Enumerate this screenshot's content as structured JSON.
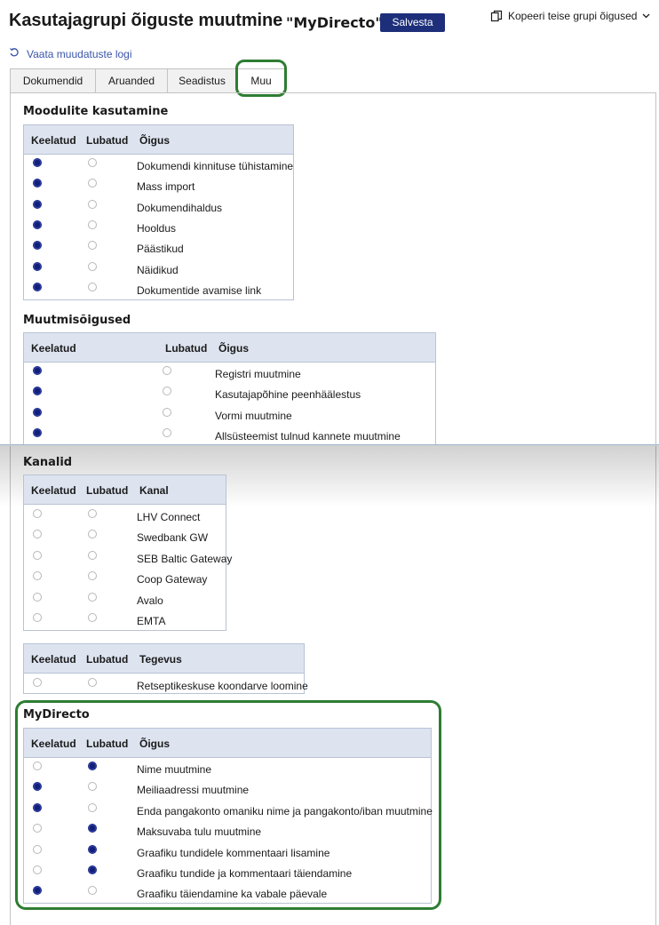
{
  "header": {
    "title": "Kasutajagrupi õiguste muutmine",
    "group_name": "\"MyDirecto\"",
    "save_label": "Salvesta",
    "copy_rights_label": "Kopeeri teise grupi õigused",
    "log_link": "Vaata muudatuste logi"
  },
  "tabs": [
    {
      "label": "Dokumendid",
      "active": false
    },
    {
      "label": "Aruanded",
      "active": false
    },
    {
      "label": "Seadistus",
      "active": false
    },
    {
      "label": "Muu",
      "active": true
    }
  ],
  "modules": {
    "title": "Moodulite kasutamine",
    "headers": [
      "Keelatud",
      "Lubatud",
      "Õigus"
    ],
    "rows": [
      {
        "label": "Dokumendi kinnituse tühistamine",
        "value": "keelatud"
      },
      {
        "label": "Mass import",
        "value": "keelatud"
      },
      {
        "label": "Dokumendihaldus",
        "value": "keelatud"
      },
      {
        "label": "Hooldus",
        "value": "keelatud"
      },
      {
        "label": "Päästikud",
        "value": "keelatud"
      },
      {
        "label": "Näidikud",
        "value": "keelatud"
      },
      {
        "label": "Dokumentide avamise link",
        "value": "keelatud"
      }
    ]
  },
  "edit_rights": {
    "title": "Muutmisõigused",
    "headers": [
      "Keelatud",
      "Lubatud",
      "Õigus"
    ],
    "rows": [
      {
        "label": "Registri muutmine",
        "value": "keelatud"
      },
      {
        "label": "Kasutajapõhine peenhäälestus",
        "value": "keelatud"
      },
      {
        "label": "Vormi muutmine",
        "value": "keelatud"
      },
      {
        "label": "Allsüsteemist tulnud kannete muutmine",
        "value": "keelatud"
      }
    ]
  },
  "channels": {
    "title": "Kanalid",
    "headers": [
      "Keelatud",
      "Lubatud",
      "Kanal"
    ],
    "rows": [
      {
        "label": "LHV Connect",
        "value": "none"
      },
      {
        "label": "Swedbank GW",
        "value": "none"
      },
      {
        "label": "SEB Baltic Gateway",
        "value": "none"
      },
      {
        "label": "Coop Gateway",
        "value": "none"
      },
      {
        "label": "Avalo",
        "value": "none"
      },
      {
        "label": "EMTA",
        "value": "none"
      }
    ]
  },
  "actions": {
    "headers": [
      "Keelatud",
      "Lubatud",
      "Tegevus"
    ],
    "rows": [
      {
        "label": "Retseptikeskuse koondarve loomine",
        "value": "none"
      }
    ]
  },
  "mydirecto": {
    "title": "MyDirecto",
    "headers": [
      "Keelatud",
      "Lubatud",
      "Õigus"
    ],
    "rows": [
      {
        "label": "Nime muutmine",
        "value": "lubatud"
      },
      {
        "label": "Meiliaadressi muutmine",
        "value": "keelatud"
      },
      {
        "label": "Enda pangakonto omaniku nime ja pangakonto/iban muutmine",
        "value": "keelatud"
      },
      {
        "label": "Maksuvaba tulu muutmine",
        "value": "lubatud"
      },
      {
        "label": "Graafiku tundidele kommentaari lisamine",
        "value": "lubatud"
      },
      {
        "label": "Graafiku tundide ja kommentaari täiendamine",
        "value": "lubatud"
      },
      {
        "label": "Graafiku täiendamine ka vabale päevale",
        "value": "keelatud"
      }
    ]
  },
  "colors": {
    "accent": "#1d2f7a",
    "highlight": "#2e7d32",
    "table_header_bg": "#dde4f0",
    "link": "#3b55a8"
  }
}
